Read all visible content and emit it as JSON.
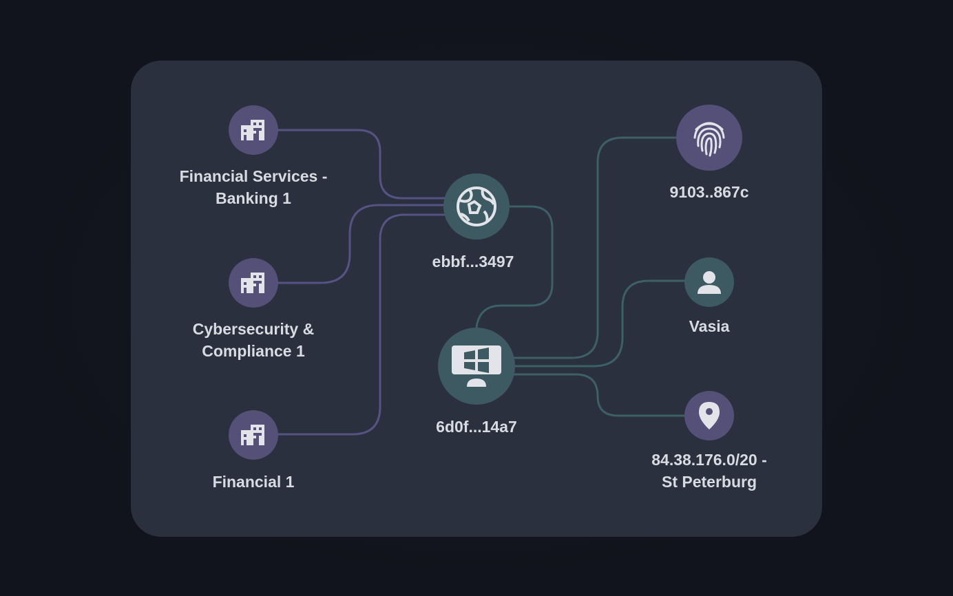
{
  "colors": {
    "page_background": "#11141c",
    "card_background": "#2b303e",
    "purple_node": "#545077",
    "teal_node": "#3d5a63",
    "purple_edge": "#575284",
    "teal_edge": "#3d5f66",
    "label_text": "#d9dbe2",
    "icon": "#e3e3ea"
  },
  "nodes": {
    "org_banking": {
      "icon": "building-icon",
      "label_line1": "Financial Services -",
      "label_line2": "Banking 1"
    },
    "org_cyber": {
      "icon": "building-icon",
      "label_line1": "Cybersecurity &",
      "label_line2": "Compliance 1"
    },
    "org_financial": {
      "icon": "building-icon",
      "label_line1": "Financial 1"
    },
    "network": {
      "icon": "globe-icon",
      "label": "ebbf...3497"
    },
    "host": {
      "icon": "windows-monitor-icon",
      "label": "6d0f...14a7"
    },
    "fingerprint": {
      "icon": "fingerprint-icon",
      "label": "9103..867c"
    },
    "user": {
      "icon": "user-icon",
      "label": "Vasia"
    },
    "location": {
      "icon": "location-pin-icon",
      "label_line1": "84.38.176.0/20 -",
      "label_line2": "St Peterburg"
    }
  },
  "edges": [
    {
      "from": "org_banking",
      "to": "network",
      "color": "purple"
    },
    {
      "from": "org_cyber",
      "to": "network",
      "color": "purple"
    },
    {
      "from": "org_financial",
      "to": "network",
      "color": "purple"
    },
    {
      "from": "network",
      "to": "host",
      "color": "teal"
    },
    {
      "from": "host",
      "to": "fingerprint",
      "color": "teal"
    },
    {
      "from": "host",
      "to": "user",
      "color": "teal"
    },
    {
      "from": "host",
      "to": "location",
      "color": "teal"
    }
  ]
}
